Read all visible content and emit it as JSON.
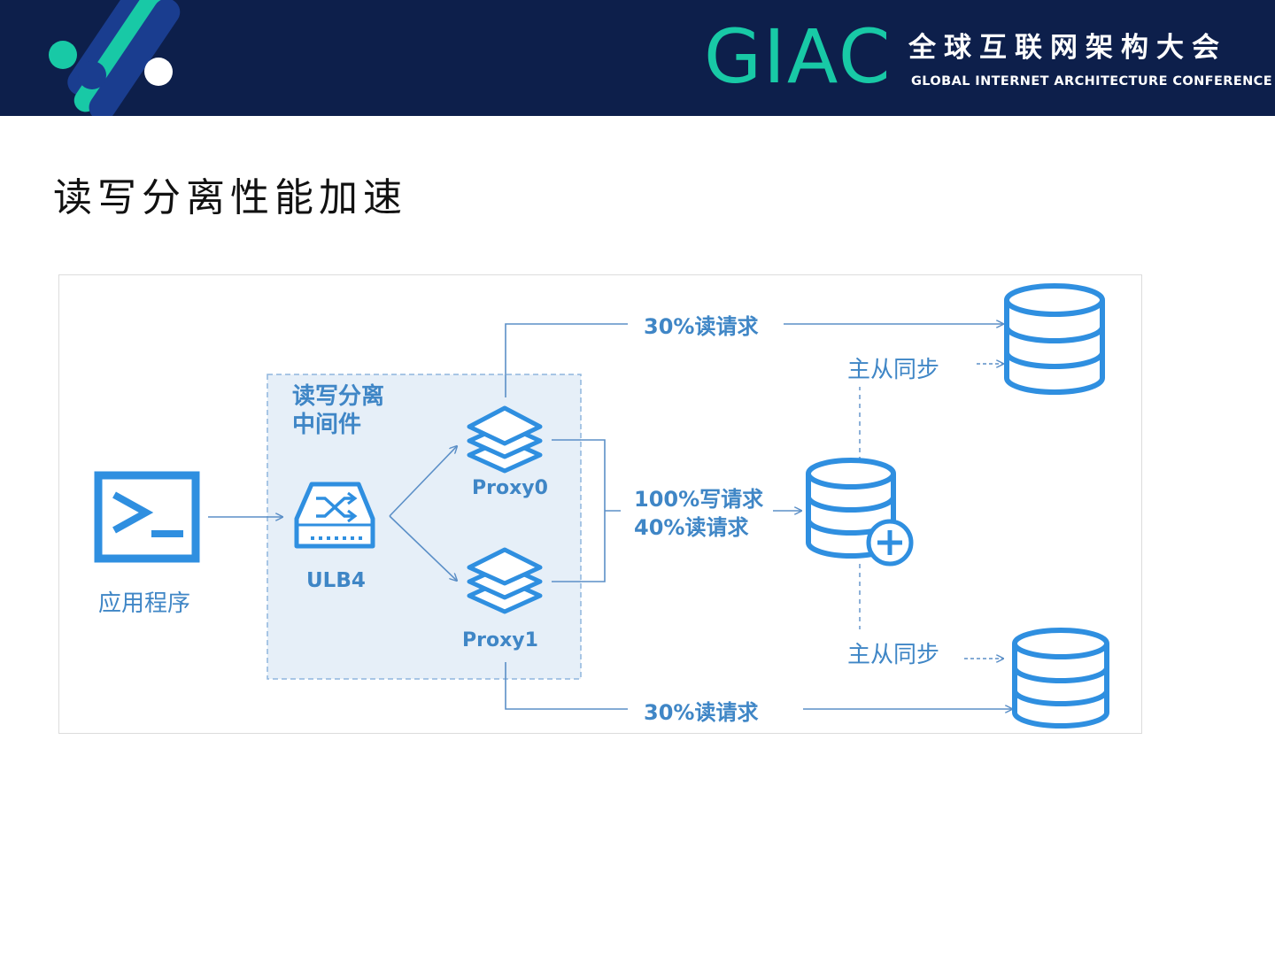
{
  "header": {
    "brand": "GIAC",
    "conference_cn": "全球互联网架构大会",
    "conference_en": "GLOBAL INTERNET ARCHITECTURE CONFERENCE",
    "colors": {
      "background": "#0d1f4b",
      "accent": "#18c9a6",
      "dark_blue": "#1a3d8f"
    }
  },
  "slide": {
    "title": "读写分离性能加速"
  },
  "diagram": {
    "colors": {
      "primary": "#3f86c6",
      "icon": "#2f8fe0",
      "middleware_bg": "#e6eff8",
      "line": "#5b8fc7"
    },
    "app_label": "应用程序",
    "middleware_label_line1": "读写分离",
    "middleware_label_line2": "中间件",
    "ulb_label": "ULB4",
    "proxy0_label": "Proxy0",
    "proxy1_label": "Proxy1",
    "top_read_label": "30%读请求",
    "bottom_read_label": "30%读请求",
    "master_write_label": "100%写请求",
    "master_read_label": "40%读请求",
    "sync_top_label": "主从同步",
    "sync_bottom_label": "主从同步"
  }
}
